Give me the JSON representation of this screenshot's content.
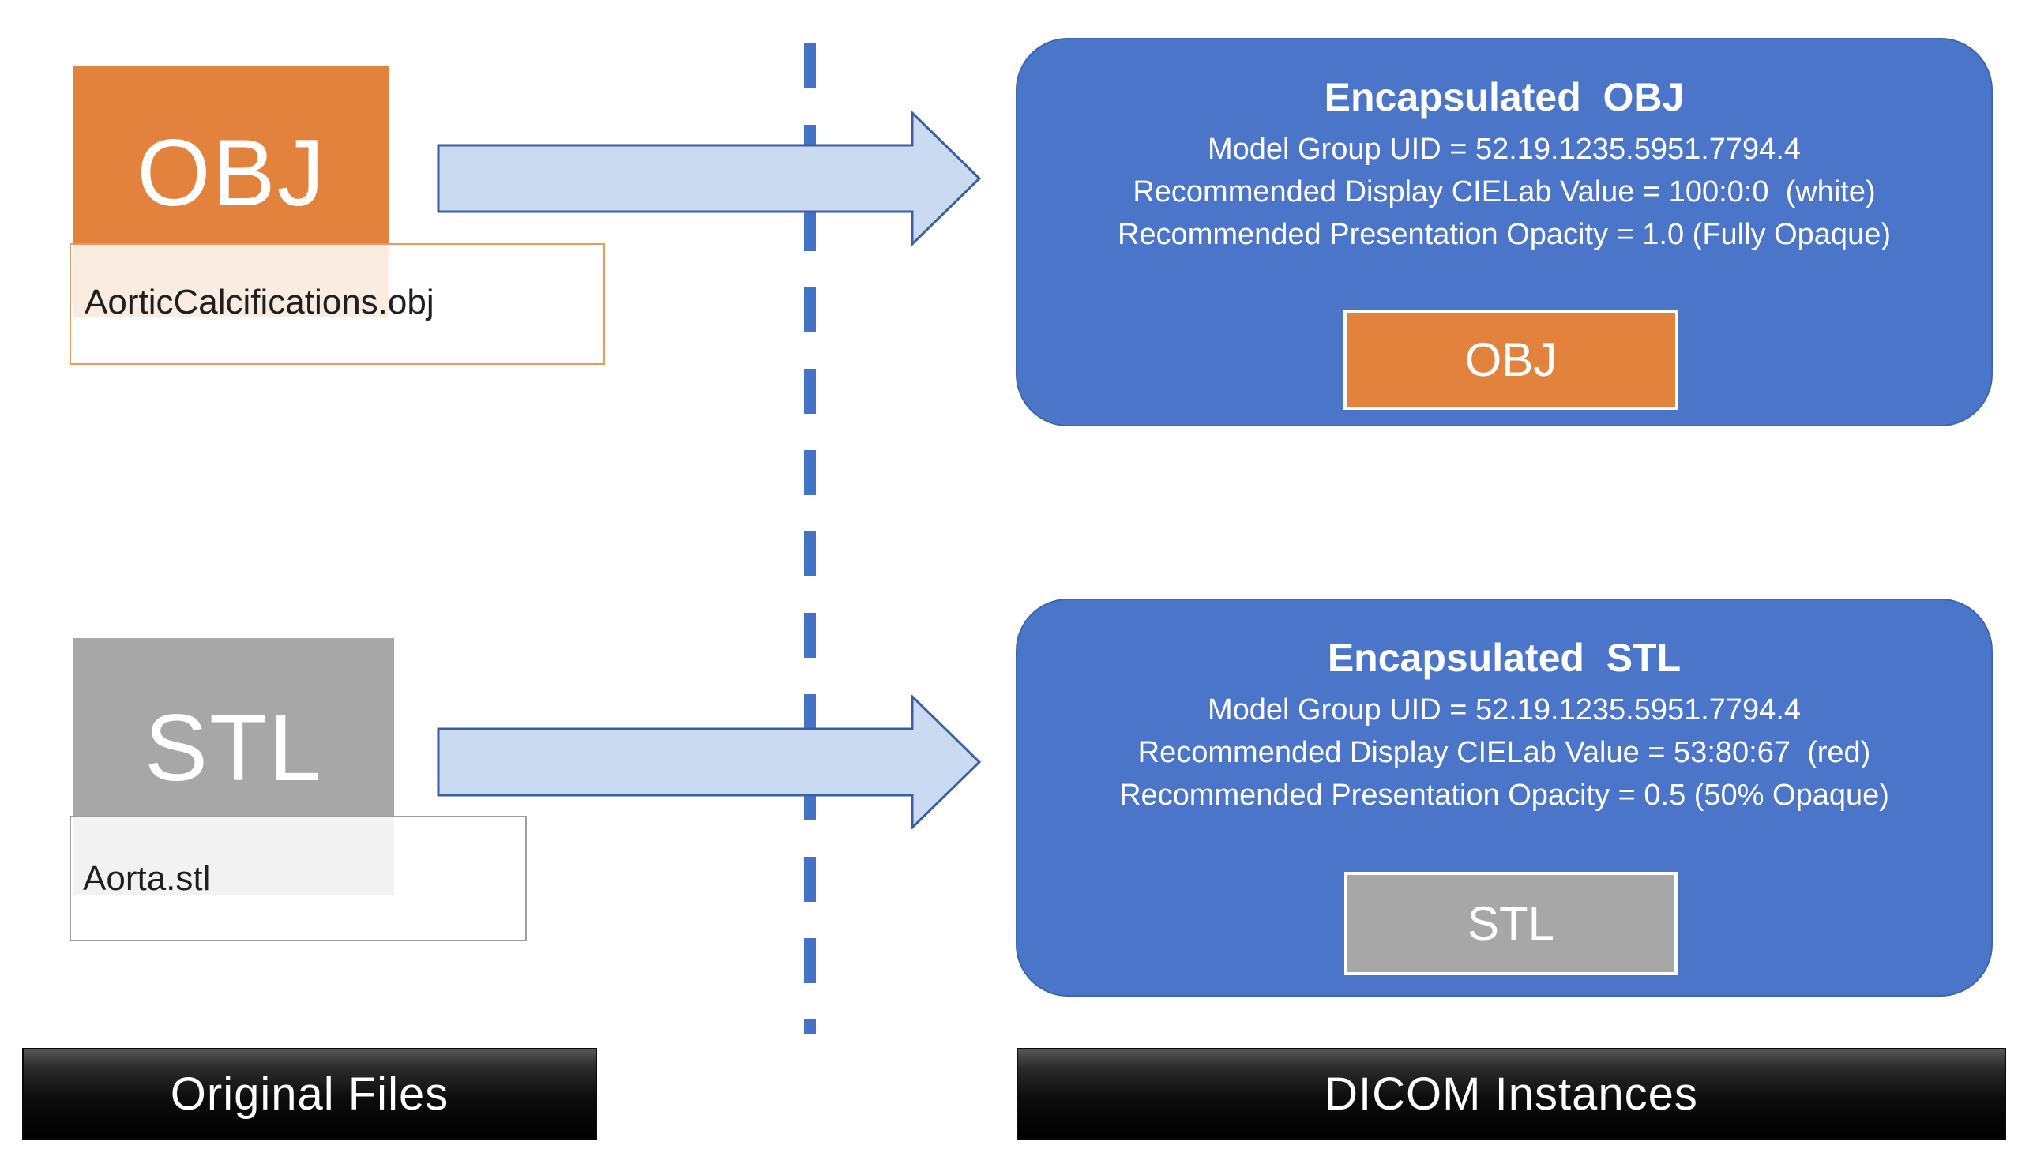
{
  "left": {
    "obj": {
      "badge_label": "OBJ",
      "file_name": "AorticCalcifications.obj"
    },
    "stl": {
      "badge_label": "STL",
      "file_name": "Aorta.stl"
    },
    "footer_label": "Original Files"
  },
  "right": {
    "obj": {
      "title": "Encapsulated  OBJ",
      "lines": [
        "Model Group UID = 52.19.1235.5951.7794.4",
        "Recommended Display CIELab Value = 100:0:0  (white)",
        "Recommended Presentation Opacity = 1.0 (Fully Opaque)"
      ],
      "badge_label": "OBJ"
    },
    "stl": {
      "title": "Encapsulated  STL",
      "lines": [
        "Model Group UID = 52.19.1235.5951.7794.4",
        "Recommended Display CIELab Value = 53:80:67  (red)",
        "Recommended Presentation Opacity = 0.5 (50% Opaque)"
      ],
      "badge_label": "STL"
    },
    "footer_label": "DICOM Instances"
  },
  "colors": {
    "orange": "#e2823c",
    "orange-border": "#e8995c",
    "gray": "#a7a7a7",
    "gray-border": "#9e9e9e",
    "box-blue": "#4a75c8",
    "box-blue-border": "#3d66b0",
    "dash-blue": "#4472c4",
    "arrow-fill": "#cadaf0",
    "arrow-border": "#3a5fa5",
    "file-text": "#1f1f1f"
  }
}
